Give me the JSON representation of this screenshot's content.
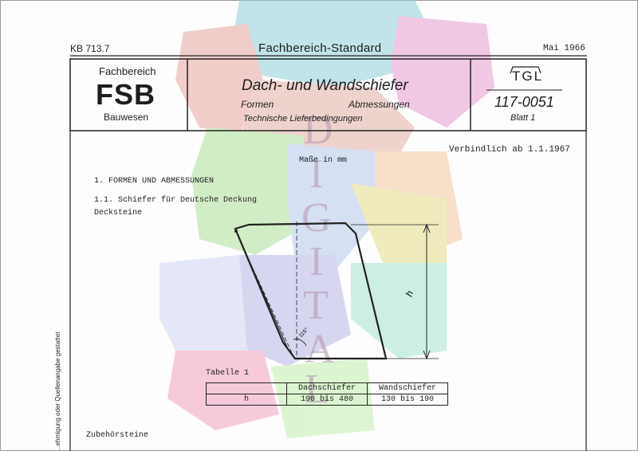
{
  "header": {
    "left_code": "KB 713.7",
    "center_title": "Fachbereich-Standard",
    "right_date": "Mai 1966"
  },
  "fsb_box": {
    "top": "Fachbereich",
    "abbr": "FSB",
    "bottom": "Bauwesen"
  },
  "title_box": {
    "main": "Dach- und Wandschiefer",
    "sub_left": "Formen",
    "sub_right": "Abmessungen",
    "sub_bottom": "Technische Lieferbedingungen"
  },
  "tgl_box": {
    "label": "TGL",
    "number": "117-0051",
    "sheet": "Blatt 1"
  },
  "watermark_text": [
    "D",
    "I",
    "G",
    "I",
    "T",
    "A",
    "L"
  ],
  "body": {
    "valid_from": "Verbindlich ab 1.1.1967",
    "units_note": "Maße in mm",
    "section1": "1. FORMEN UND ABMESSUNGEN",
    "section1_1": "1.1. Schiefer für Deutsche Deckung",
    "subsection": "Decksteine",
    "drawing_dim_label": "h",
    "drawing_angle_label": "≈ 115°",
    "table_title": "Tabelle 1",
    "table": {
      "headers": [
        "",
        "Dachschiefer",
        "Wandschiefer"
      ],
      "rows": [
        [
          "h",
          "190 bis 480",
          "130 bis 190"
        ]
      ]
    },
    "next_section": "Zubehörsteine",
    "margin_note": "...ehmigung oder Quellenangabe gestattet"
  }
}
